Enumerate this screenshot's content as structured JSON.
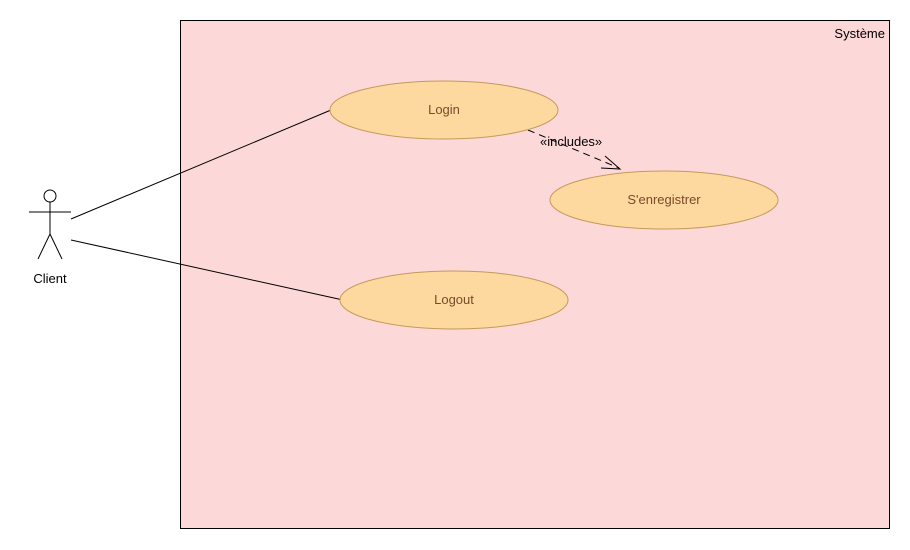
{
  "diagram": {
    "system": {
      "title": "Système",
      "fill_color": "#fdd8d8",
      "border_color": "#000000"
    },
    "actor": {
      "label": "Client"
    },
    "use_cases": [
      {
        "id": "login",
        "label": "Login"
      },
      {
        "id": "register",
        "label": "S'enregistrer"
      },
      {
        "id": "logout",
        "label": "Logout"
      }
    ],
    "use_case_style": {
      "fill_color": "#fdd9a0",
      "border_color": "#c49a5a",
      "text_color": "#7a4a2a"
    },
    "relations": [
      {
        "type": "association",
        "from": "Client",
        "to": "Login"
      },
      {
        "type": "association",
        "from": "Client",
        "to": "Logout"
      },
      {
        "type": "include",
        "from": "Login",
        "to": "S'enregistrer",
        "label": "«includes»"
      }
    ]
  }
}
